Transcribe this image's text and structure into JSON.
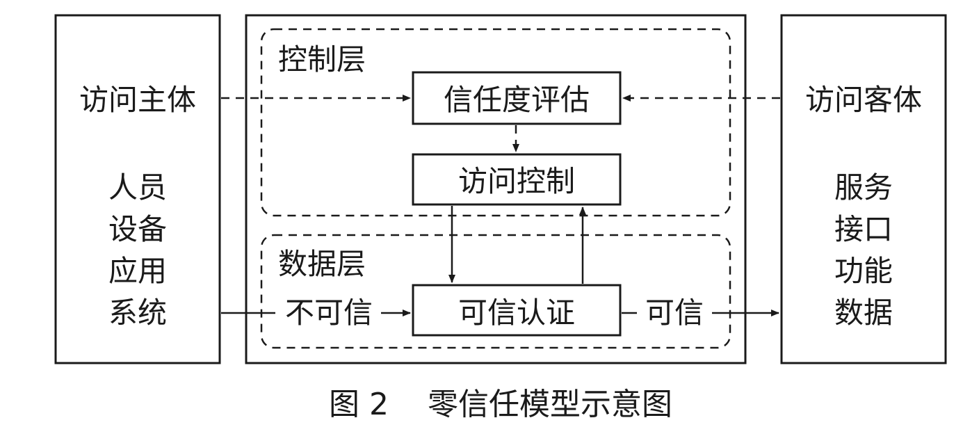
{
  "subject": {
    "title": "访问主体",
    "items": [
      "人员",
      "设备",
      "应用",
      "系统"
    ]
  },
  "object": {
    "title": "访问客体",
    "items": [
      "服务",
      "接口",
      "功能",
      "数据"
    ]
  },
  "control_layer": {
    "label": "控制层",
    "trust_eval": "信任度评估",
    "access_control": "访问控制"
  },
  "data_layer": {
    "label": "数据层",
    "untrusted": "不可信",
    "trusted_auth": "可信认证",
    "trusted": "可信"
  },
  "caption": "图 2    零信任模型示意图",
  "colors": {
    "line": "#1a1a1a",
    "background": "#ffffff"
  }
}
